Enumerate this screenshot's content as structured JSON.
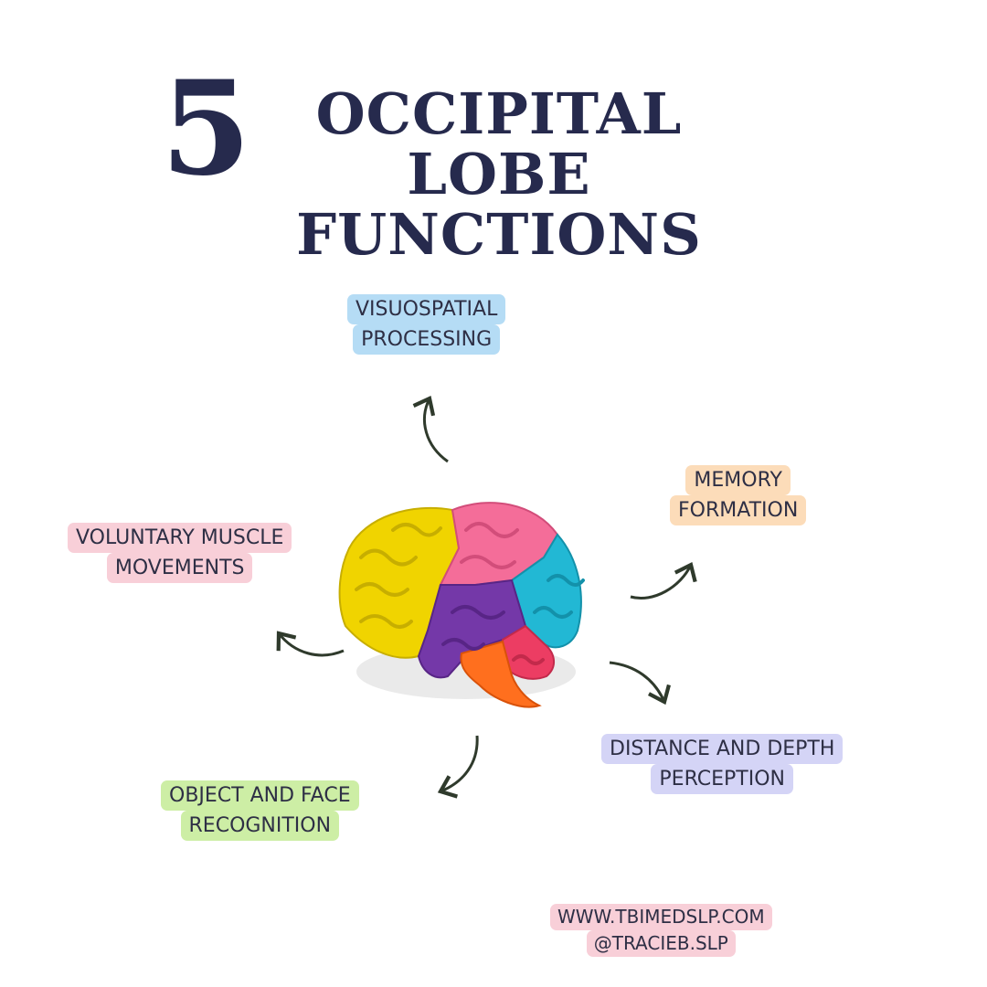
{
  "title": {
    "number": "5",
    "line1": "OCCIPITAL LOBE",
    "line2": "FUNCTIONS"
  },
  "functions": [
    {
      "line1": "VISUOSPATIAL",
      "line2": "PROCESSING",
      "color": "#b5dcf5"
    },
    {
      "line1": "MEMORY",
      "line2": "FORMATION",
      "color": "#fcdcb9"
    },
    {
      "line1": "VOLUNTARY MUSCLE",
      "line2": "MOVEMENTS",
      "color": "#f8cfd8"
    },
    {
      "line1": "DISTANCE AND DEPTH",
      "line2": "PERCEPTION",
      "color": "#d4d4f6"
    },
    {
      "line1": "OBJECT AND FACE",
      "line2": "RECOGNITION",
      "color": "#cdeea5"
    }
  ],
  "credit": {
    "website": "WWW.TBIMEDSLP.COM",
    "handle": "@TRACIEB.SLP"
  },
  "brain_lobe_colors": [
    "#f0d400",
    "#f46d99",
    "#22b8d4",
    "#7438a8",
    "#ff6f1e",
    "#ec3d63"
  ]
}
